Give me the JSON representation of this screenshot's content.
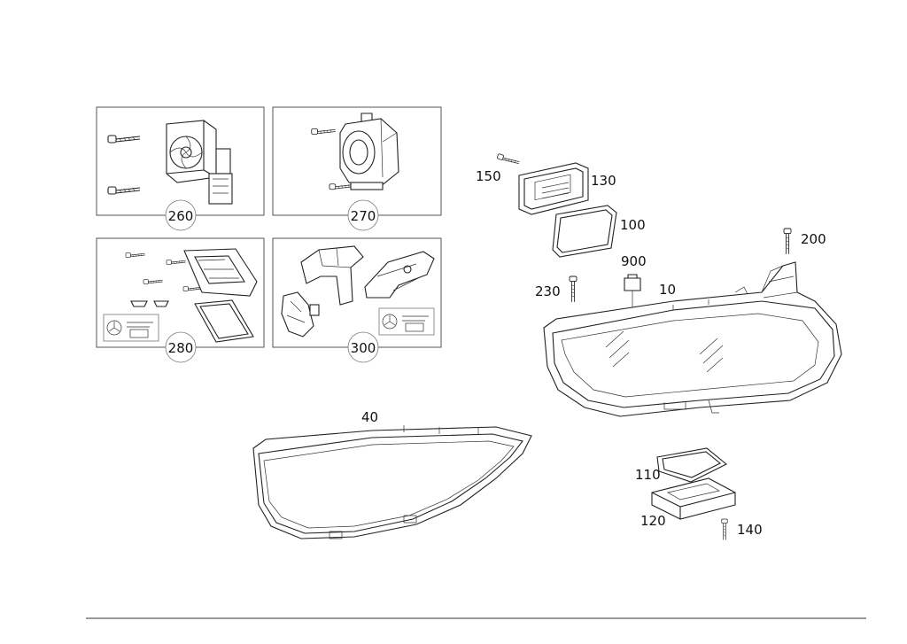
{
  "labels": {
    "p260": "260",
    "p270": "270",
    "p280": "280",
    "p300": "300",
    "p150": "150",
    "p130": "130",
    "p100": "100",
    "p900": "900",
    "p230": "230",
    "p10": "10",
    "p200": "200",
    "p40": "40",
    "p110": "110",
    "p120": "120",
    "p140": "140"
  }
}
